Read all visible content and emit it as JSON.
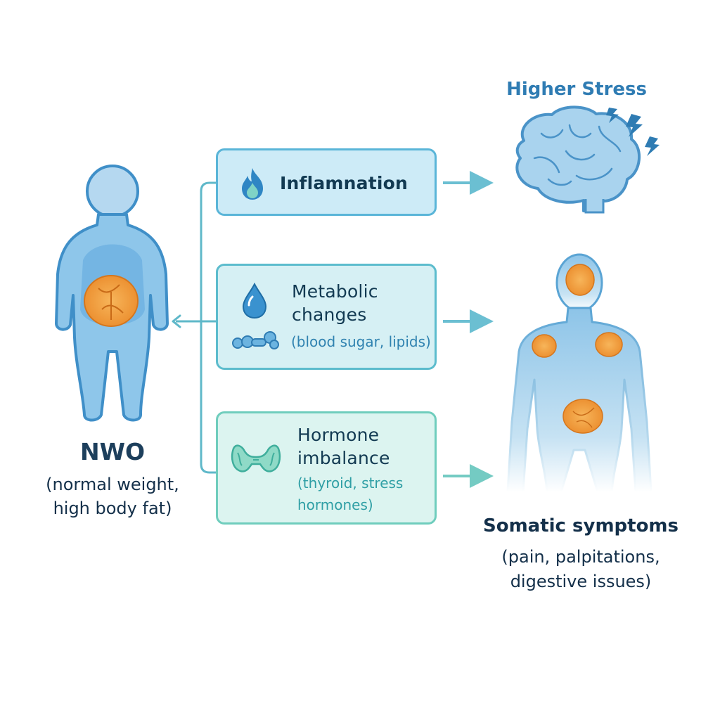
{
  "source": {
    "title": "NWO",
    "subtitle": "(normal weight, high body fat)"
  },
  "mechanisms": [
    {
      "title": "Inflamnation",
      "subtitle": "",
      "icon": "flame-icon"
    },
    {
      "title": "Metabolic changes",
      "subtitle": "(blood sugar, lipids)",
      "icon": "water-drop-icon"
    },
    {
      "title": "Hormone imbalance",
      "subtitle": "(thyroid, stress hormones)",
      "icon": "thyroid-gland-icon"
    }
  ],
  "outcomes": {
    "stress": {
      "title": "Higher Stress",
      "icon": "brain-icon"
    },
    "somatic": {
      "title": "Somatic symptoms",
      "subtitle": "(pain, palpitations, digestive issues)",
      "icon": "human-body-icon"
    }
  },
  "colors": {
    "body_blue": "#8ec6ea",
    "outline_blue": "#3f8fc8",
    "accent_orange": "#f39a33",
    "connector_teal": "#5fb8c9",
    "text_dark": "#14304a"
  }
}
